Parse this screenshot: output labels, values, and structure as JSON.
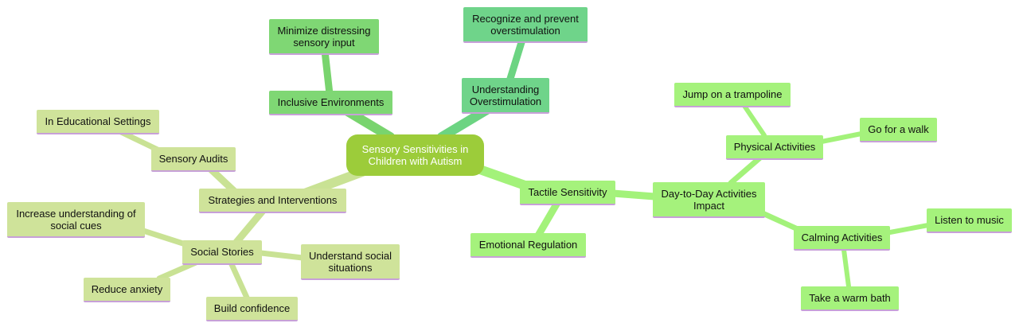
{
  "root": {
    "label": "Sensory Sensitivities in Children with Autism",
    "color": "#9ccc3a"
  },
  "colors": {
    "strategies_fill": "#cfe39a",
    "strategies_edge": "#c9e294",
    "inclusive_fill": "#7fd774",
    "inclusive_edge": "#79d46e",
    "overstim_fill": "#6fd48a",
    "overstim_edge": "#6cd482",
    "tactile_fill": "#a5f27c",
    "tactile_edge": "#a3f27a",
    "underline": "#c7a0d8"
  },
  "nodes": {
    "inclusive": "Inclusive Environments",
    "minimize": "Minimize distressing sensory input",
    "overstim": "Understanding Overstimulation",
    "recognize": "Recognize and prevent overstimulation",
    "strategies": "Strategies and Interventions",
    "audits": "Sensory Audits",
    "edu": "In Educational Settings",
    "stories": "Social Stories",
    "cues": "Increase understanding of social cues",
    "situations": "Understand social situations",
    "anxiety": "Reduce anxiety",
    "confidence": "Build confidence",
    "tactile": "Tactile Sensitivity",
    "emotional": "Emotional Regulation",
    "daytoday": "Day-to-Day Activities Impact",
    "physical": "Physical Activities",
    "trampoline": "Jump on a trampoline",
    "walk": "Go for a walk",
    "calming": "Calming Activities",
    "music": "Listen to music",
    "bath": "Take a warm bath"
  }
}
